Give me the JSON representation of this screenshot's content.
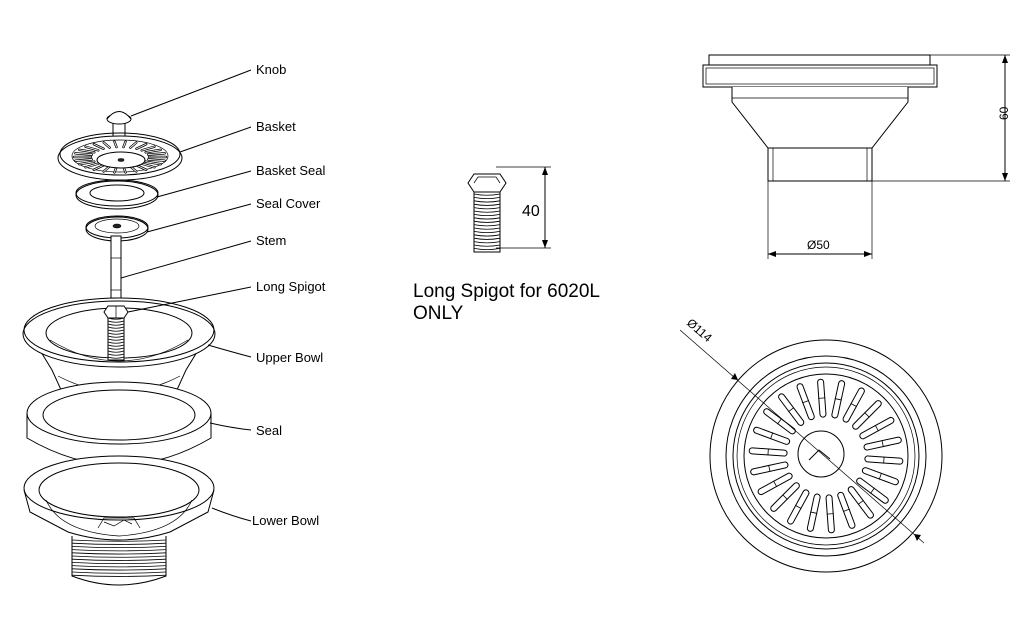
{
  "exploded_view": {
    "labels": {
      "knob": "Knob",
      "basket": "Basket",
      "basket_seal": "Basket Seal",
      "seal_cover": "Seal Cover",
      "stem": "Stem",
      "long_spigot": "Long Spigot",
      "upper_bowl": "Upper Bowl",
      "seal": "Seal",
      "lower_bowl": "Lower Bowl"
    }
  },
  "spigot_detail": {
    "dimension": "40",
    "caption_line1": "Long Spigot for 6020L",
    "caption_line2": "ONLY"
  },
  "side_view": {
    "height_dimension": "60",
    "diameter_dimension": "Ø50"
  },
  "top_view": {
    "diameter_dimension": "Ø114"
  }
}
